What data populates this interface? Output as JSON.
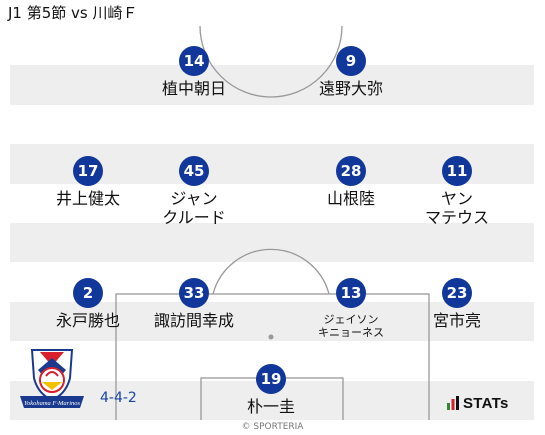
{
  "header": {
    "title": "J1 第5節 vs 川崎Ｆ"
  },
  "colors": {
    "stripe_light": "#ffffff",
    "stripe_dark": "#eeeeee",
    "number_badge": "#12379b",
    "field_line": "#999999",
    "formation_text": "#1a44a6"
  },
  "players": {
    "fw_left": {
      "number": "14",
      "name": "植中朝日"
    },
    "fw_right": {
      "number": "9",
      "name": "遠野大弥"
    },
    "mf_left": {
      "number": "17",
      "name": "井上健太"
    },
    "mf_center_left": {
      "number": "45",
      "name_line1": "ジャン",
      "name_line2": "クルード"
    },
    "mf_center_right": {
      "number": "28",
      "name": "山根陸"
    },
    "mf_right": {
      "number": "11",
      "name_line1": "ヤン",
      "name_line2": "マテウス"
    },
    "df_left": {
      "number": "2",
      "name": "永戸勝也"
    },
    "df_center_left": {
      "number": "33",
      "name": "諏訪間幸成"
    },
    "df_center_right": {
      "number": "13",
      "name_line1": "ジェイソン",
      "name_line2": "キニョーネス"
    },
    "df_right": {
      "number": "23",
      "name": "宮市亮"
    },
    "gk": {
      "number": "19",
      "name": "朴一圭"
    }
  },
  "team": {
    "crest_icon": "yokohama-f-marinos-crest-icon",
    "crest_text": "Yokohama F·Marinos",
    "formation": "4-4-2"
  },
  "branding": {
    "stats_label": "STATs",
    "copyright": "© SPORTERIA"
  }
}
